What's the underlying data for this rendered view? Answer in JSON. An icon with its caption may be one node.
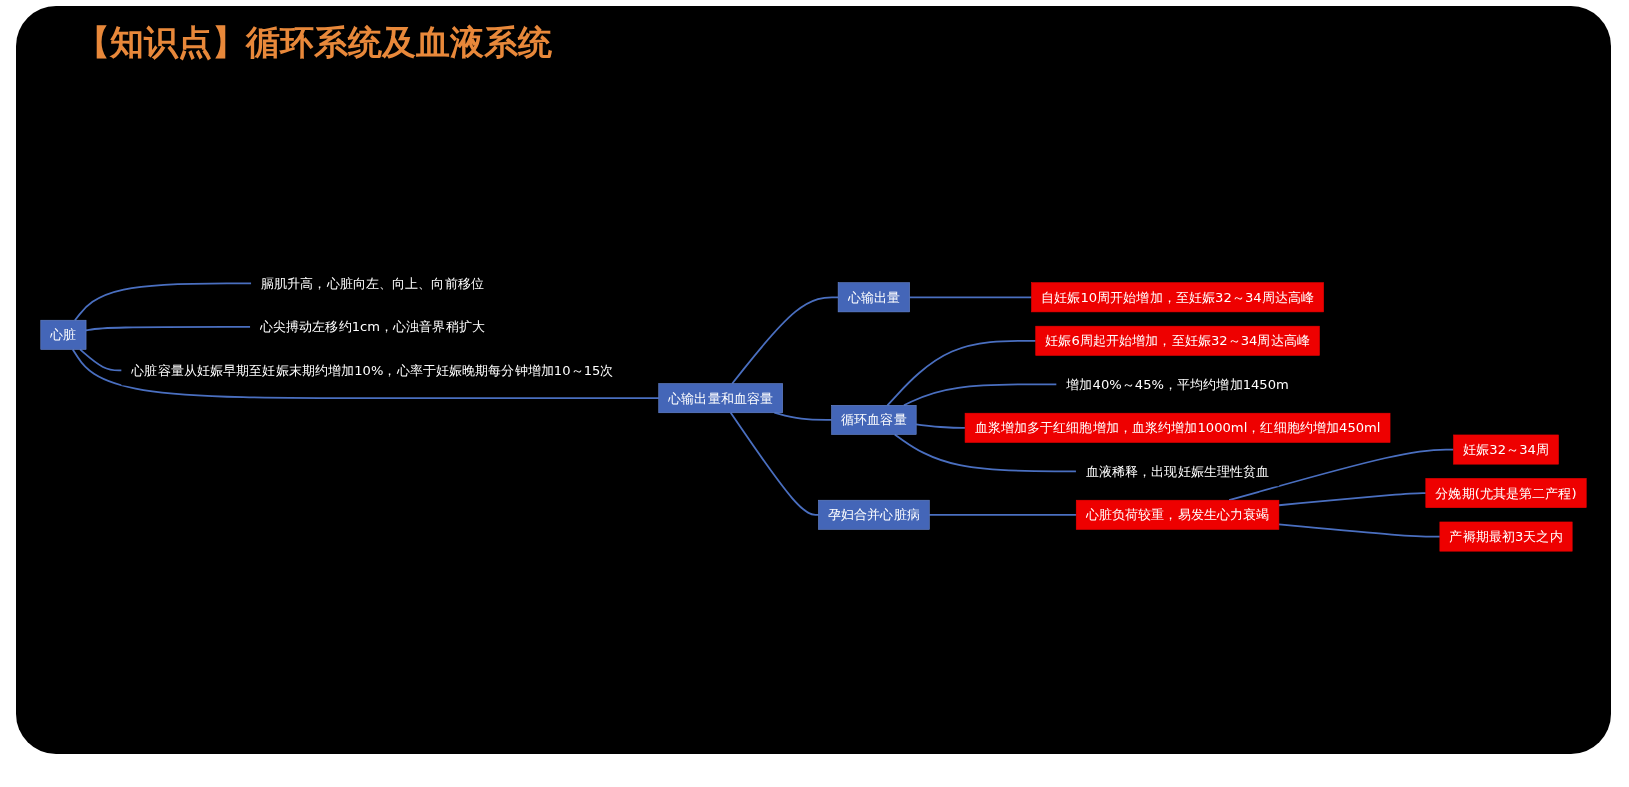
{
  "diagram": {
    "title": "【知识点】循环系统及血液系统",
    "nodes": [
      {
        "text": [
          "心脏"
        ]
      },
      {
        "text": [
          "膈肌升高，心脏向左、向上、向前移位"
        ]
      },
      {
        "text": [
          "心尖搏动左移约1cm，心浊音界稍扩大"
        ]
      },
      {
        "text": [
          "心脏容量从妊娠早期至妊娠末期约增加10%，心率于妊娠晚期每分钟增加10～15次"
        ]
      },
      {
        "text": [
          "心输出量和血容量"
        ]
      },
      {
        "text": [
          "心输出量"
        ]
      },
      {
        "text": [
          "自妊娠10周开始增加，至妊娠32～34周达高峰"
        ]
      },
      {
        "text": [
          "循环血容量"
        ]
      },
      {
        "text": [
          "妊娠6周起开始增加，至妊娠32～34周达高峰"
        ]
      },
      {
        "text": [
          "增加40%～45%，平均约增加1450m"
        ]
      },
      {
        "text": [
          "血浆增加多于红细胞增加，血浆约增加1000ml，红细胞约增加450ml"
        ]
      },
      {
        "text": [
          "血液稀释，出现妊娠生理性贫血"
        ]
      },
      {
        "text": [
          "孕妇合并心脏病"
        ]
      },
      {
        "text": [
          "心脏负荷较重，易发生心力衰竭"
        ]
      },
      {
        "text": [
          "妊娠32～34周"
        ]
      },
      {
        "text": [
          "分娩期(尤其是第二产程)"
        ]
      },
      {
        "text": [
          "产褥期最初3天之内"
        ]
      }
    ],
    "edges": [
      {
        "from": 0,
        "to": 4,
        "arrow": "none"
      },
      {
        "from": 0,
        "to": 1,
        "arrow": "none"
      },
      {
        "from": 0,
        "to": 2,
        "arrow": "none"
      },
      {
        "from": 0,
        "to": 3,
        "arrow": "none"
      },
      {
        "from": 4,
        "to": 5,
        "arrow": "none"
      },
      {
        "from": 4,
        "to": 7,
        "arrow": "none"
      },
      {
        "from": 4,
        "to": 12,
        "arrow": "none"
      },
      {
        "from": 5,
        "to": 6,
        "arrow": "none"
      },
      {
        "from": 7,
        "to": 8,
        "arrow": "none"
      },
      {
        "from": 7,
        "to": 9,
        "arrow": "none"
      },
      {
        "from": 7,
        "to": 10,
        "arrow": "none"
      },
      {
        "from": 7,
        "to": 11,
        "arrow": "none"
      },
      {
        "from": 12,
        "to": 13,
        "arrow": "none"
      },
      {
        "from": 13,
        "to": 14,
        "arrow": "none"
      },
      {
        "from": 13,
        "to": 15,
        "arrow": "none"
      },
      {
        "from": 13,
        "to": 16,
        "arrow": "none"
      }
    ]
  }
}
